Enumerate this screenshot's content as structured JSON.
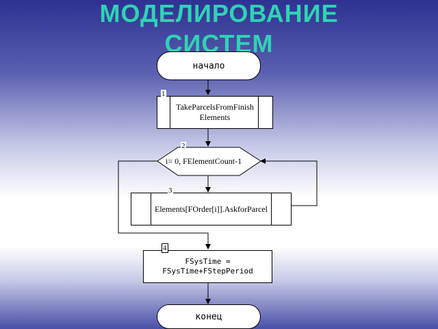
{
  "title": {
    "line1": "МОДЕЛИРОВАНИЕ",
    "line2": "СИСТЕМ"
  },
  "flowchart": {
    "start": "начало",
    "end": "конец",
    "blocks": [
      {
        "number": "1",
        "text": "TakeParcelsFromFinish\nElements"
      },
      {
        "number": "2",
        "text": "i= 0, FElementCount-1"
      },
      {
        "number": "3",
        "text": "Elements[FOrder[i]].AskforParcel"
      },
      {
        "number": "4",
        "text": "FSysTime =\nFSysTime+FStepPeriod"
      }
    ]
  }
}
